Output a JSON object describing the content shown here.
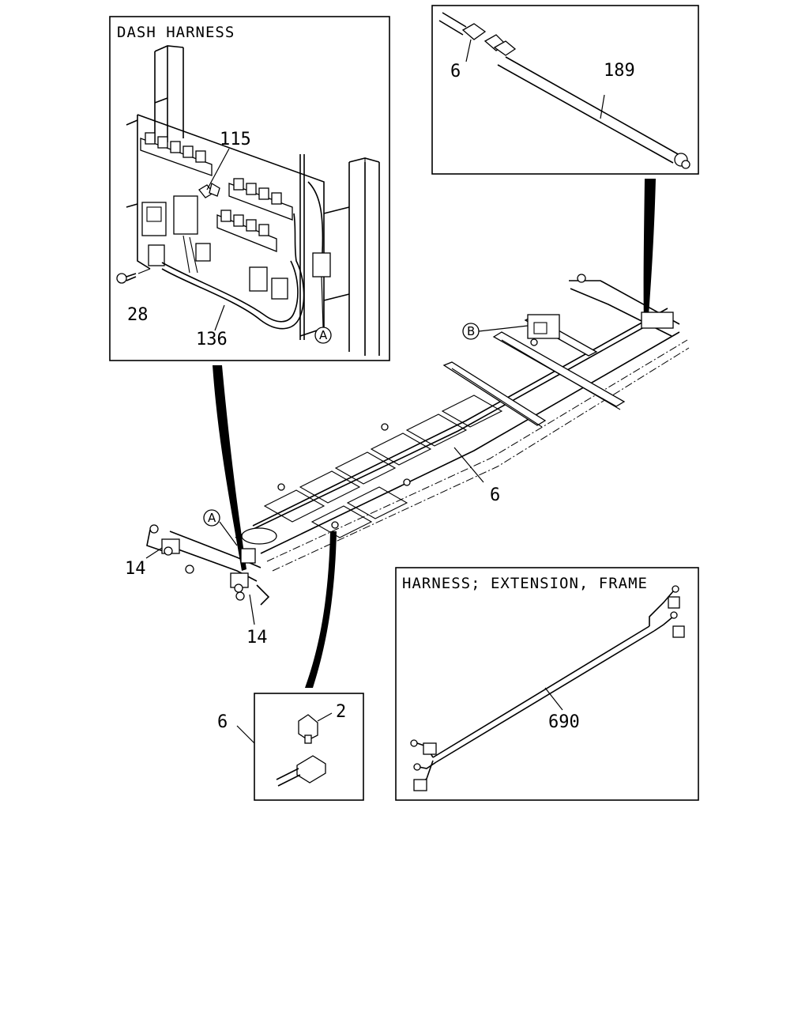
{
  "insets": {
    "dash_harness": {
      "title": "DASH HARNESS"
    },
    "harness_extension_frame": {
      "title": "HARNESS; EXTENSION, FRAME"
    }
  },
  "callouts": {
    "p115": "115",
    "p28": "28",
    "p136": "136",
    "p189": "189",
    "p6_top": "6",
    "p6_frame": "6",
    "p14_left": "14",
    "p14_bottom": "14",
    "p6_detail": "6",
    "p2": "2",
    "p690": "690"
  },
  "markers": {
    "a_dash": "A",
    "a_frame": "A",
    "b_frame": "B"
  }
}
